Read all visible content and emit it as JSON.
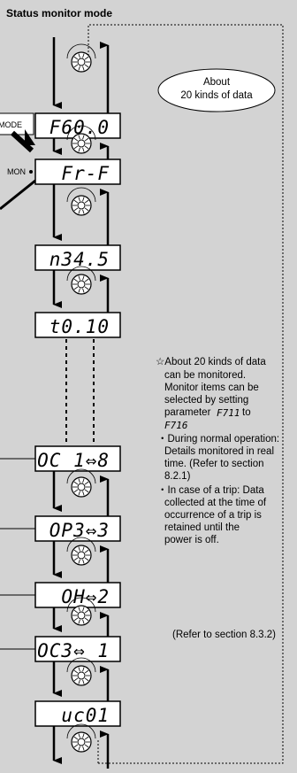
{
  "title": "Status monitor mode",
  "about_bubble": [
    "About",
    "20 kinds of data"
  ],
  "mode_key": "MODE",
  "mon_label": "MON",
  "displays": [
    "F60.0",
    "Fr-F",
    "n34.5",
    "t0.10",
    "OC 1⇔8",
    "OP3⇔3",
    "OH⇔2",
    "OC3⇔ 1",
    "uc01"
  ],
  "notes": {
    "line1": "☆About 20 kinds of data",
    "line2": "can be monitored.",
    "line3": "Monitor items can be",
    "line4": "selected by setting",
    "line5_prefix": "parameter",
    "param_from": "F711",
    "line5_suffix": "to",
    "param_to": "F716",
    "b1_l1": "・During normal operation:",
    "b1_l2": "Details monitored in real",
    "b1_l3": "time. (Refer to section",
    "b1_l4": "8.2.1)",
    "b2_l1": "・In case of a trip: Data",
    "b2_l2": "collected at the time of",
    "b2_l3": "occurrence of a trip is",
    "b2_l4": "retained until the",
    "b2_l5": "power is off."
  },
  "ref": "(Refer to section 8.3.2)",
  "icons": [
    "dial-knob-icon",
    "down-arrow-icon",
    "up-arrow-icon",
    "mode-key-arrow-icon"
  ]
}
